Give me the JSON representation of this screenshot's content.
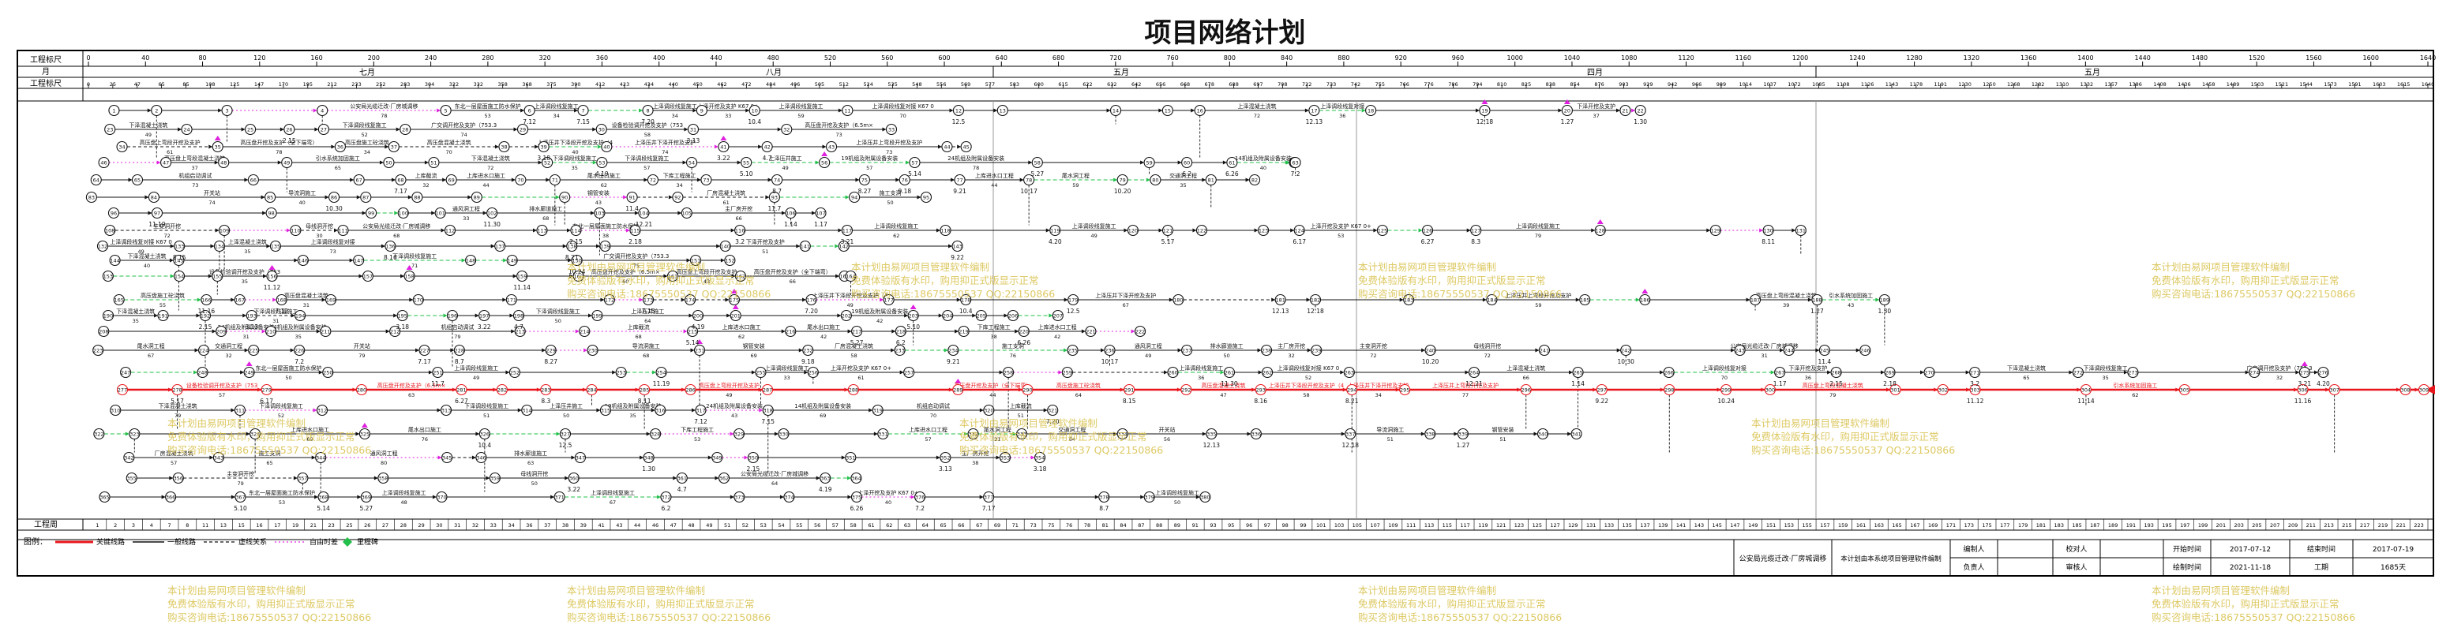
{
  "title": "项目网络计划",
  "header_rows": {
    "row1_label": "工程标尺",
    "row2_label": "月",
    "row3_label": "工程标尺",
    "bottom_label": "工程周"
  },
  "scale_ticks": [
    "0",
    "40",
    "80",
    "120",
    "160",
    "200",
    "240",
    "280",
    "320",
    "360",
    "400",
    "440",
    "480",
    "520",
    "560",
    "600",
    "640",
    "680",
    "720",
    "760",
    "800",
    "840",
    "880",
    "920",
    "960",
    "1000",
    "1040",
    "1080",
    "1120",
    "1160",
    "1200",
    "1240",
    "1280",
    "1320",
    "1360",
    "1400",
    "1440",
    "1480",
    "1520",
    "1560",
    "1600",
    "1640"
  ],
  "months": [
    "七月",
    "八月",
    "五月",
    "四月",
    "五月"
  ],
  "days_row": [
    "0",
    "25",
    "47",
    "65",
    "85",
    "108",
    "125",
    "147",
    "170",
    "195",
    "212",
    "233",
    "252",
    "283",
    "304",
    "322",
    "332",
    "358",
    "368",
    "375",
    "390",
    "412",
    "423",
    "434",
    "440",
    "450",
    "462",
    "472",
    "484",
    "496",
    "505",
    "512",
    "524",
    "535",
    "548",
    "556",
    "569",
    "577",
    "583",
    "600",
    "615",
    "622",
    "632",
    "642",
    "656",
    "668",
    "678",
    "688",
    "697",
    "708",
    "722",
    "733",
    "742",
    "755",
    "766",
    "776",
    "786",
    "794",
    "810",
    "825",
    "838",
    "854",
    "876",
    "903",
    "929",
    "942",
    "966",
    "989",
    "1014",
    "1037",
    "1072",
    "1085",
    "1108",
    "1126",
    "1143",
    "1178",
    "1191",
    "1230",
    "1250",
    "1268",
    "1282",
    "1310",
    "1332",
    "1357",
    "1386",
    "1408",
    "1436",
    "1458",
    "1489",
    "1503",
    "1521",
    "1544",
    "1573",
    "1591",
    "1603",
    "1615",
    "1640"
  ],
  "weeks_row": [
    "1",
    "2",
    "3",
    "4",
    "7",
    "8",
    "11",
    "13",
    "15",
    "16",
    "17",
    "19",
    "21",
    "23",
    "25",
    "26",
    "27",
    "28",
    "29",
    "30",
    "31",
    "32",
    "33",
    "34",
    "36",
    "37",
    "38",
    "39",
    "41",
    "43",
    "44",
    "46",
    "47",
    "48",
    "49",
    "51",
    "52",
    "53",
    "54",
    "55",
    "56",
    "57",
    "58",
    "61",
    "62",
    "63",
    "64",
    "65",
    "66",
    "67",
    "69",
    "71",
    "73",
    "75",
    "76",
    "78",
    "81",
    "84",
    "87",
    "88",
    "89",
    "91",
    "93",
    "95",
    "96",
    "97",
    "98",
    "99",
    "101",
    "103",
    "105",
    "107",
    "109",
    "111",
    "113",
    "115",
    "117",
    "119",
    "121",
    "123",
    "125",
    "127",
    "129",
    "131",
    "133",
    "135",
    "137",
    "139",
    "141",
    "143",
    "145",
    "147",
    "149",
    "151",
    "153",
    "155",
    "157",
    "159",
    "161",
    "163",
    "165",
    "167",
    "169",
    "171",
    "173",
    "175",
    "177",
    "179",
    "181",
    "183",
    "185",
    "187",
    "189",
    "191",
    "193",
    "195",
    "197",
    "199",
    "201",
    "203",
    "205",
    "207",
    "209",
    "211",
    "213",
    "215",
    "217",
    "219",
    "221",
    "223"
  ],
  "dates": [
    "7.12",
    "7.15",
    "7.20",
    "10.4",
    "12.5",
    "12.13",
    "12.18",
    "1.27",
    "1.30",
    "2.15",
    "3.13",
    "3.18",
    "3.22",
    "4.7",
    "4.19",
    "5.10",
    "5.14",
    "5.27",
    "6.2",
    "6.26",
    "7.2",
    "7.17",
    "8.7",
    "8.27",
    "9.18",
    "9.21",
    "10.17",
    "10.20",
    "10.30",
    "11.4",
    "11.7",
    "11.19",
    "11.30",
    "12.21",
    "1.14",
    "1.17",
    "2.15",
    "2.18",
    "3.2",
    "3.21",
    "4.20",
    "5.17",
    "6.17",
    "6.27",
    "8.3",
    "8.11",
    "8.15",
    "8.16",
    "8.21",
    "9.22",
    "10.24",
    "11.12",
    "11.14",
    "11.16"
  ],
  "activities": [
    "公安局光缆迁改·厂房城调移",
    "东北一层屋面施工防水保护",
    "上泽调段线复施工",
    "上泽调段线复施工",
    "上泽开挖及支护 K67 0+000 ~ 0+164（28.3）",
    "上泽调段线复施工",
    "上泽调段线复对接 K67 0+646 ~ 0+164",
    "上泽混凝土浇筑",
    "上泽调段线复对接",
    "下泽开挖及支护",
    "下泽混凝土浇筑",
    "下泽调段线复施工",
    "广交调开挖及支护（753.340m）",
    "设备检验调开挖及支护（753.340m）",
    "高压盘开挖及支护（6.5m×7.5m 3#), AC 0+479.600",
    "高压盘上弯段开挖及支护",
    "高压盘开挖及支护（全下端弯）",
    "高压盘施工砼浇筑",
    "高压盘混凝土浇筑",
    "上泽压井下泽段开挖及支护（4m，213.4，EL207.5~182.1m）",
    "上泽压井下泽开挖及支护",
    "上泽压井上弯段开挖及支护",
    "高压盘上弯段混凝土浇筑",
    "引水系统加固施工",
    "下泽混凝土浇筑",
    "下泽调段线复施工",
    "下泽调段线复施工",
    "上泽压井施工",
    "19机组及附属设备安装",
    "24机组及附属设备安装",
    "14机组及附属设备安装",
    "机组启动调试",
    "上库截流",
    "上库进水口施工",
    "尾水出口施工",
    "下库工程施工",
    "上库进水口工程",
    "尾水洞工程",
    "交通洞工程",
    "开关站",
    "导流洞施工",
    "钢管安装",
    "厂房混凝土浇筑",
    "施工支洞",
    "通风洞工程",
    "排水廊道施工",
    "主厂房开挖",
    "主变洞开挖",
    "母线洞开挖"
  ],
  "legend": {
    "label": "图例：",
    "critical": "关键线路",
    "normal": "一般线路",
    "virtual": "虚线关系",
    "free_float": "自由时差",
    "milestone": "里程碑"
  },
  "title_block": {
    "project": "公安局光缆迁改·厂房城调移",
    "plan_name": "本计划由本系统项目管理软件编制",
    "editor_label": "编制人",
    "reviewer_label": "校对人",
    "start_label": "开始时间",
    "start_date": "2017-07-12",
    "end_label": "结束时间",
    "end_date": "2017-07-19",
    "owner_label": "负责人",
    "approver_label": "审核人",
    "draw_date_label": "绘制时间",
    "draw_date": "2021-11-18",
    "duration_label": "工期",
    "duration": "1685天"
  },
  "watermark": {
    "line1": "本计划由易网项目管理软件编制",
    "line2": "免费体验版有水印，购用抑正式版显示正常",
    "line3": "购买咨询电话:18675550537 QQ:22150866"
  },
  "colors": {
    "critical": "#e8161c",
    "normal": "#111111",
    "green": "#22c04a",
    "magenta": "#e020e0",
    "blue": "#1a5ad8",
    "watermark": "#d8c04a"
  }
}
